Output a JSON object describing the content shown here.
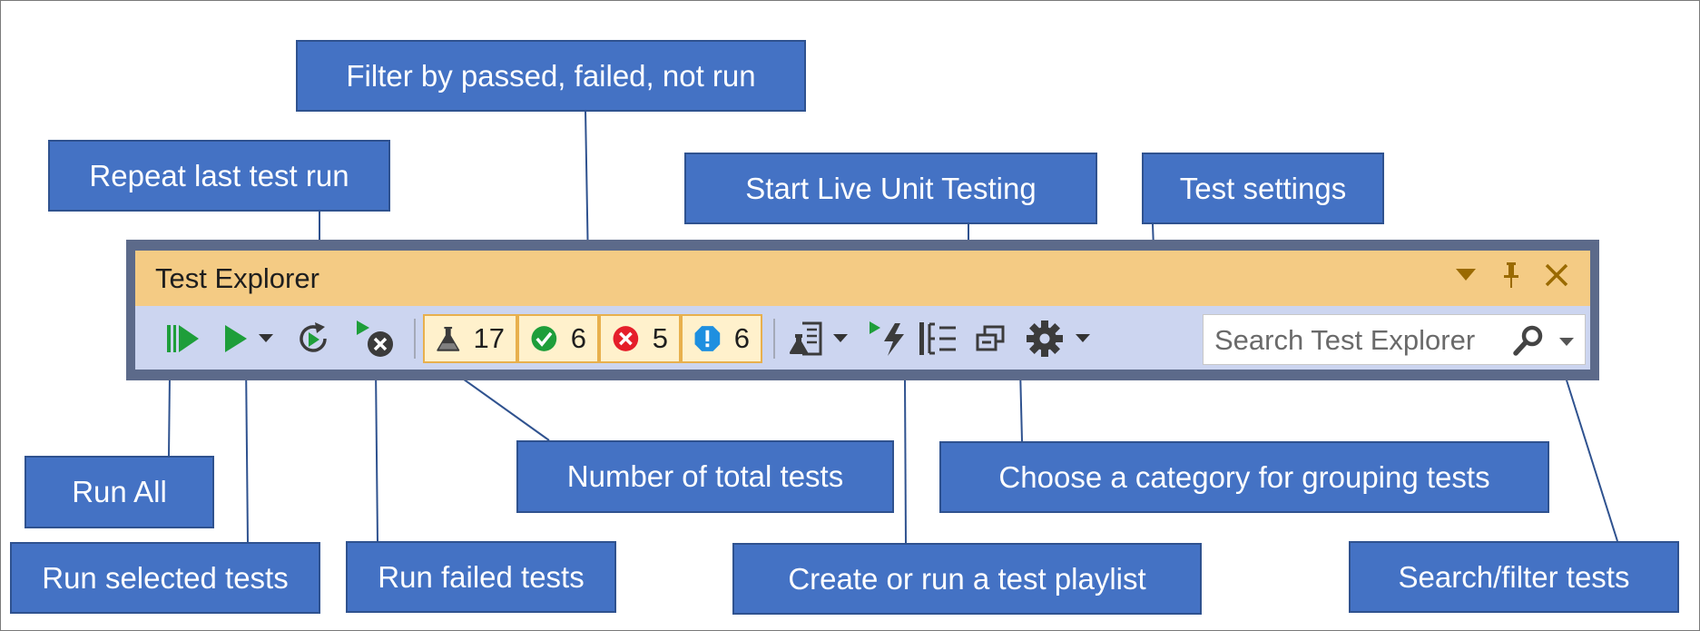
{
  "window": {
    "title": "Test Explorer"
  },
  "counters": {
    "total": "17",
    "passed": "6",
    "failed": "5",
    "not_run": "6"
  },
  "search": {
    "placeholder": "Search Test Explorer"
  },
  "callouts": {
    "filter": "Filter by passed, failed, not run",
    "repeat": "Repeat last test run",
    "live": "Start Live Unit Testing",
    "settings": "Test settings",
    "run_all": "Run All",
    "run_selected": "Run selected tests",
    "run_failed": "Run failed tests",
    "total": "Number of total tests",
    "group": "Choose a category for grouping tests",
    "playlist": "Create or run a test playlist",
    "search": "Search/filter tests"
  },
  "colors": {
    "callout_fill": "#4472C4",
    "callout_border": "#2F528F",
    "titlebar": "#F4CB84",
    "toolbar": "#CCD5F0",
    "passed": "#1E9E3A",
    "failed": "#E51E2A",
    "not_run": "#1E8FE0"
  }
}
